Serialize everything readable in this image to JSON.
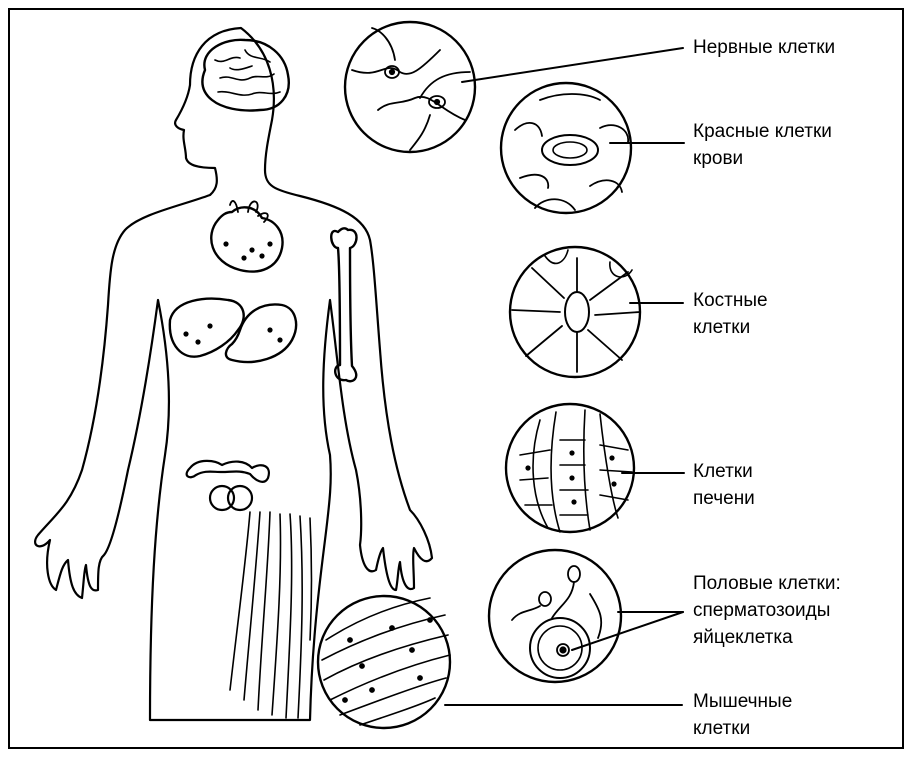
{
  "labels": {
    "nerve": [
      "Нервные клетки"
    ],
    "blood": [
      "Красные клетки",
      "крови"
    ],
    "bone": [
      "Костные",
      "клетки"
    ],
    "liver": [
      "Клетки",
      "печени"
    ],
    "sex": [
      "Половые клетки:",
      "сперматозоиды",
      "яйцеклетка"
    ],
    "muscle": [
      "Мышечные",
      "клетки"
    ]
  },
  "colors": {
    "ink": "#000000",
    "paper": "#ffffff"
  }
}
